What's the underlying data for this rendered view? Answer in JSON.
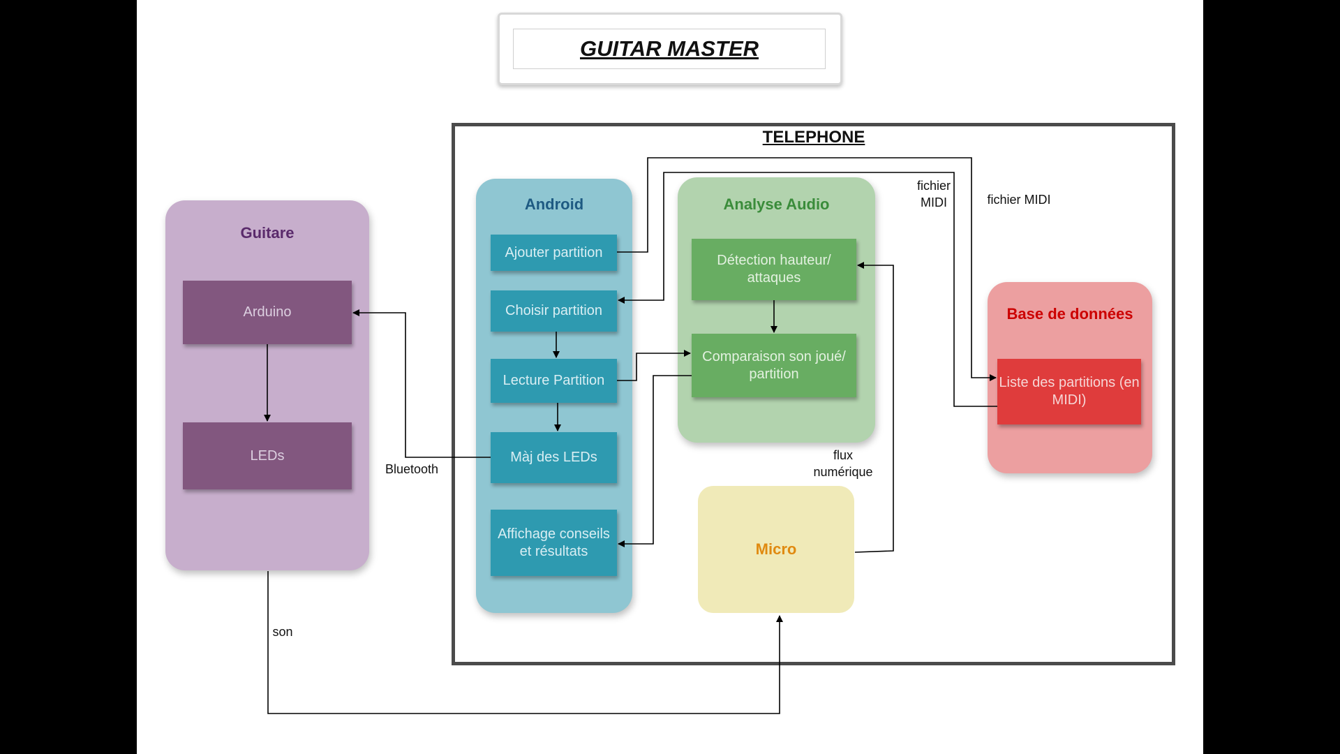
{
  "title": "GUITAR MASTER",
  "telephone_label": "TELEPHONE",
  "groups": {
    "guitare": {
      "title": "Guitare",
      "blocks": [
        "Arduino",
        "LEDs"
      ],
      "color": "#c7aecc"
    },
    "android": {
      "title": "Android",
      "blocks": [
        "Ajouter partition",
        "Choisir partition",
        "Lecture Partition",
        "Màj des LEDs",
        "Affichage conseils et résultats"
      ],
      "color": "#8fc6d2"
    },
    "analyse_audio": {
      "title": "Analyse Audio",
      "blocks": [
        "Détection hauteur/ attaques",
        "Comparaison son joué/ partition"
      ],
      "color": "#b2d3ae"
    },
    "base_de_donnees": {
      "title": "Base de données",
      "blocks": [
        "Liste des partitions (en MIDI)"
      ],
      "color": "#ec9fa0"
    },
    "micro": {
      "title": "Micro",
      "color": "#f0eab8"
    }
  },
  "labels": {
    "bluetooth": "Bluetooth",
    "son": "son",
    "flux": "flux numérique",
    "fichier_midi_1": "fichier MIDI",
    "fichier_midi_2": "fichier MIDI"
  }
}
